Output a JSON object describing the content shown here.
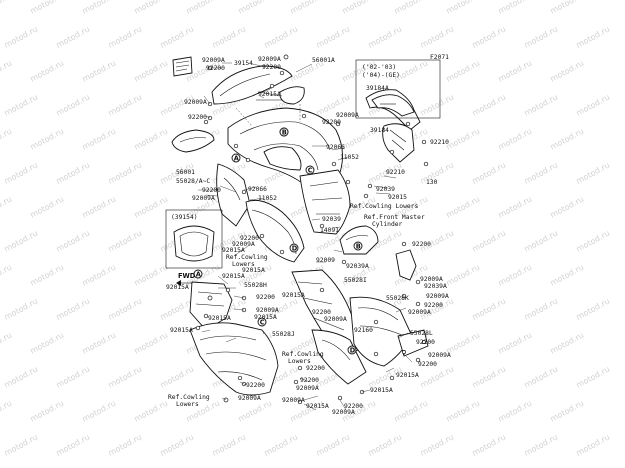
{
  "watermark": "motod.ru",
  "figure_id": "F2071",
  "inset_header": {
    "line1": "('02-'03)",
    "line2": "('04)-(GE)"
  },
  "inset_part": "39184A",
  "inset_part_main": "39184",
  "windshield_box_label": "(39154)",
  "fwd_mark": "FWD",
  "circle_letters": {
    "a": "A",
    "b": "B",
    "c": "C",
    "d": "D"
  },
  "labels": {
    "l92009A_1": "92009A",
    "l92200_1": "92200",
    "l39154": "39154",
    "l92009A_2": "92009A",
    "l92200_2": "92200",
    "l56001A": "56001A",
    "l92015A_1": "92015A",
    "l92009A_3": "92009A",
    "l92200_3": "92200",
    "l92009A_4": "92009A",
    "l92200_4": "92200",
    "l92066_1": "92066",
    "l11052_1": "11052",
    "l56001": "56001",
    "l55028AC": "55028/A~C",
    "l92200_5": "92200",
    "l92009A_5": "92009A",
    "l92066_2": "92066",
    "l11052_2": "11052",
    "l92210_1": "92210",
    "l92210_2": "92210",
    "l130": "130",
    "l92039_1": "92039",
    "l92015_1": "92015",
    "l92039_2": "92039",
    "l14091": "14091",
    "l92015A_2": "92015A",
    "l92200_6": "92200",
    "l92009_1": "92009",
    "l92039A_1": "92039A",
    "l92009A_6": "92009A",
    "l92039A_2": "92039A",
    "l92015A_3": "92015A",
    "l92015A_4": "92015A",
    "l55028H": "55028H",
    "l55028I": "55028I",
    "l92200_7": "92200",
    "l92009A_7": "92009A",
    "l92015A_5": "92015A",
    "l92015A_6": "92015A",
    "l55028K": "55028K",
    "l92009A_8": "92009A",
    "l92200_8": "92200",
    "l92009A_9": "92009A",
    "l92200_9": "92200",
    "l92009A_10": "92009A",
    "l92015A_7": "92015A",
    "l92015A_8": "92015A",
    "l55028J": "55028J",
    "l92160": "92160",
    "l55028L": "55028L",
    "l92200_10": "92200",
    "l92009A_11": "92009A",
    "l92200_11": "92200",
    "l92015A_9": "92015A",
    "l92200_12": "92200",
    "l92009A_12": "92009A",
    "l92200_13": "92200",
    "l92009A_13": "92009A",
    "l92015A_10": "92015A",
    "l92200_14": "92200",
    "l92009A_14": "92009A",
    "l92015A_11": "92015A",
    "l92200_15": "92200",
    "l92009A_15": "92009A",
    "l92015A_12": "92015A",
    "l92200_16": "92200",
    "l92009A_16": "92009A"
  },
  "refs": {
    "cowling_lowers_1": [
      "Ref.Cowling Lowers"
    ],
    "front_master": [
      "Ref.Front Master",
      "Cylinder"
    ],
    "cowling_lowers_2": [
      "Ref.Cowling",
      "Lowers"
    ],
    "cowling_lowers_3": [
      "Ref.Cowling",
      "Lowers"
    ],
    "cowling_lowers_4": [
      "Ref.Cowling",
      "Lowers"
    ]
  }
}
